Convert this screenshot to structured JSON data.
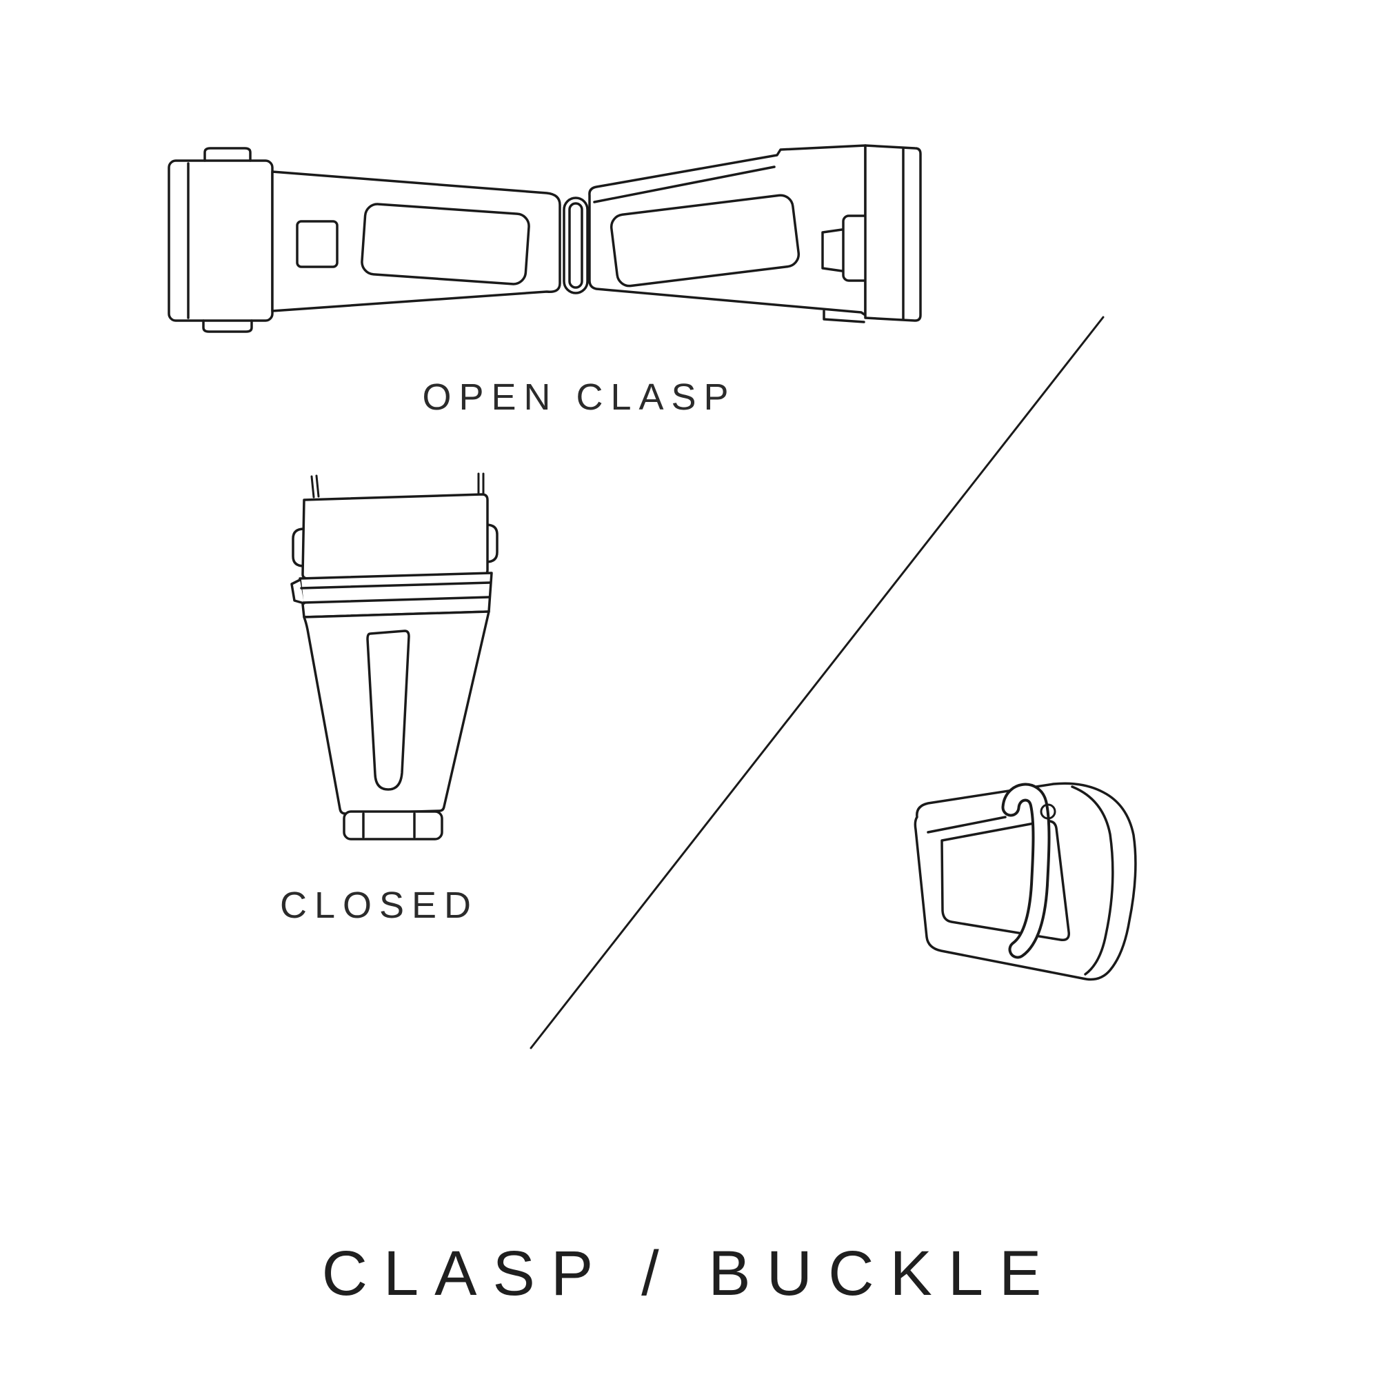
{
  "diagram": {
    "title": "CLASP / BUCKLE",
    "labels": {
      "open_clasp": "OPEN CLASP",
      "closed_clasp": "CLOSED"
    },
    "figures": {
      "open_clasp": "open-deployant-clasp-illustration",
      "closed_clasp": "closed-clasp-illustration",
      "buckle": "tang-buckle-illustration",
      "divider": "diagonal-divider-line"
    },
    "colors": {
      "background": "#ffffff",
      "line": "#1a1a1a",
      "text": "#2b2b2b"
    }
  }
}
